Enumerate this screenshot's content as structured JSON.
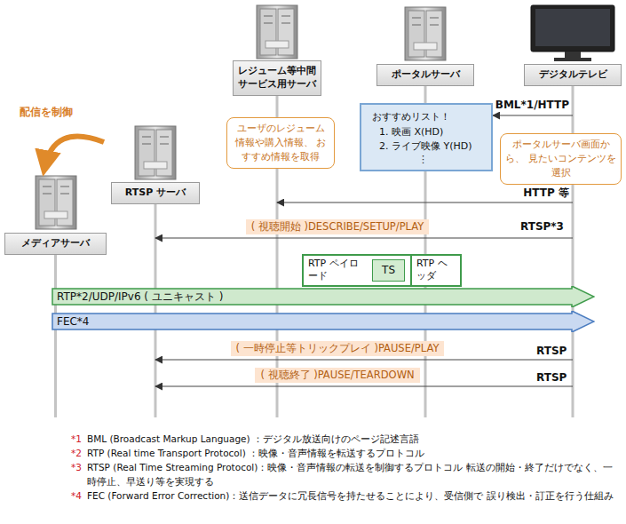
{
  "diagram": {
    "nodes": [
      {
        "text": [
          "レジューム等中間 サービス用サーバ"
        ]
      },
      {
        "text": [
          "ポータルサーバ"
        ]
      },
      {
        "text": [
          "デジタルテレビ"
        ]
      },
      {
        "text": [
          "RTSP サーバ"
        ]
      },
      {
        "text": [
          "メディアサーバ"
        ]
      },
      {
        "text": [
          "おすすめリスト！",
          "1. 映画 X(HD)",
          "2. ライブ映像 Y(HD)",
          "⋮"
        ]
      },
      {
        "text": [
          "ユーザのレジューム 情報や購入情報、 おすすめ情報を取得"
        ]
      },
      {
        "text": [
          "ポータルサーバ画面から、 見たいコンテンツを選択"
        ]
      },
      {
        "text": [
          "RTP ペイロード",
          "RTP ヘッダ"
        ]
      },
      {
        "text": [
          "TS"
        ],
        "in": 8
      },
      {
        "text": [
          "RTP*2/UDP/IPv6 ( ユニキャスト )"
        ]
      },
      {
        "text": [
          "FEC*4"
        ]
      }
    ],
    "edges": [
      {
        "from": 2,
        "to": 5,
        "label": "BML*1/HTTP",
        "arrow": "to"
      },
      {
        "from": 2,
        "to": 0,
        "label": "HTTP 等",
        "arrow": "to"
      },
      {
        "from": 2,
        "to": 3,
        "label": "( 視聴開始 )DESCRIBE/SETUP/PLAY",
        "arrow": "to"
      },
      {
        "from": 2,
        "to": 3,
        "label": "( 一時停止等トリックプレイ )PAUSE/PLAY",
        "arrow": "to"
      },
      {
        "from": 2,
        "to": 3,
        "label": "( 視聴終了 )PAUSE/TEARDOWN",
        "arrow": "to"
      },
      {
        "from": 3,
        "to": 4,
        "label": "配信を制御",
        "arrow": "to"
      }
    ],
    "labels": [
      "RTSP*3",
      "RTSP",
      "RTSP",
      "*1",
      "BML (Broadcast Markup Language) ：デジタル放送向けのページ記述言語",
      "*2",
      "RTP (Real time Transport Protocol) ：映像・音声情報を転送するプロトコル",
      "*3",
      "RTSP (Real Time Streaming Protocol)：映像・音声情報の転送を制御するプロトコル 転送の開始・終了だけでなく、一時停止、早送り等を実現する",
      "*4",
      "FEC (Forward Error Correction)：送信データに冗長信号を持たせることにより、受信側で 誤り検出・訂正を行う仕組み"
    ]
  }
}
